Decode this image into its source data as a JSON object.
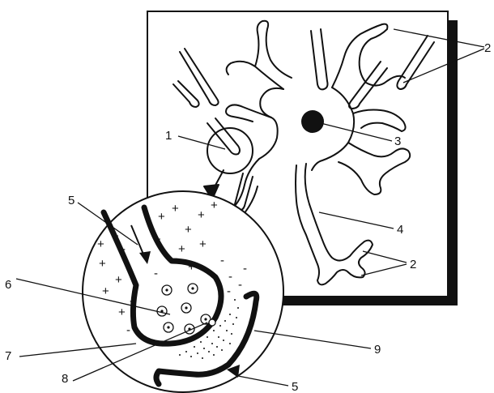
{
  "diagram": {
    "labels": {
      "l1": "1",
      "l2a": "2",
      "l2b": "2",
      "l3": "3",
      "l4": "4",
      "l5a": "5",
      "l5b": "5",
      "l6": "6",
      "l7": "7",
      "l8": "8",
      "l9": "9"
    },
    "charge_symbols": {
      "plus": "+",
      "minus": "-"
    },
    "colors": {
      "ink": "#111111",
      "shadow": "#111111",
      "paper": "#ffffff"
    }
  }
}
